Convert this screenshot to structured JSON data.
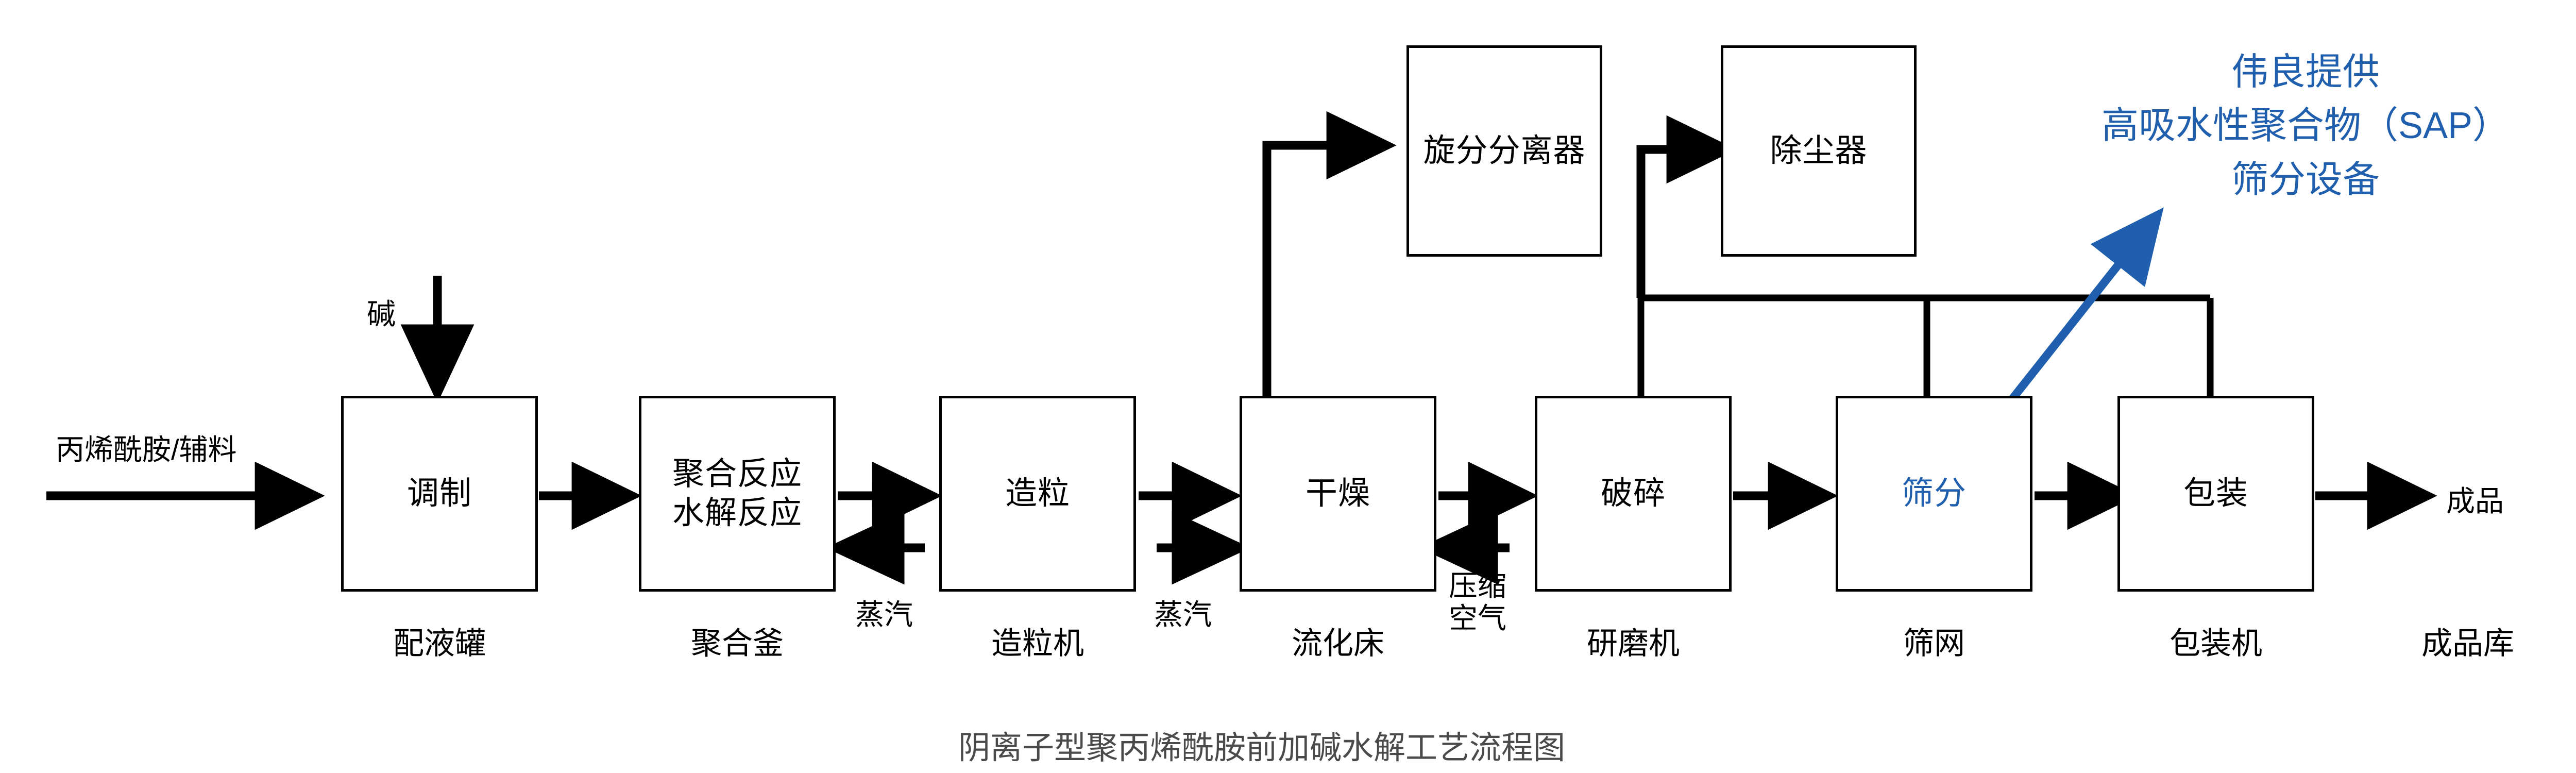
{
  "diagram": {
    "caption": "阴离子型聚丙烯酰胺前加碱水解工艺流程图",
    "colors": {
      "line": "#000000",
      "accent": "#1f5fad",
      "caption": "#4a4a4a",
      "background": "#ffffff"
    },
    "process_boxes": [
      {
        "id": "box-tiaozhi",
        "title": "调制",
        "equipment": "配液罐",
        "accent": false
      },
      {
        "id": "box-juhe",
        "title": "聚合反应\n水解反应",
        "equipment": "聚合釜",
        "accent": false
      },
      {
        "id": "box-zaoli",
        "title": "造粒",
        "equipment": "造粒机",
        "accent": false
      },
      {
        "id": "box-ganzao",
        "title": "干燥",
        "equipment": "流化床",
        "accent": false
      },
      {
        "id": "box-posui",
        "title": "破碎",
        "equipment": "研磨机",
        "accent": false
      },
      {
        "id": "box-shaifen",
        "title": "筛分",
        "equipment": "筛网",
        "accent": true
      },
      {
        "id": "box-baozhuang",
        "title": "包装",
        "equipment": "包装机",
        "accent": false
      }
    ],
    "aux_boxes": [
      {
        "id": "box-cyclone",
        "title": "旋分分离器"
      },
      {
        "id": "box-dust",
        "title": "除尘器"
      }
    ],
    "stream_labels": {
      "feed": "丙烯酰胺/辅料",
      "alkali": "碱",
      "steam_1": "蒸汽",
      "steam_2": "蒸汽",
      "compressed_air": "压缩\n空气",
      "product": "成品",
      "warehouse": "成品库"
    },
    "annotation": {
      "line_1": "伟良提供",
      "line_2": "高吸水性聚合物（SAP）",
      "line_3": "筛分设备",
      "full": "伟良提供\n高吸水性聚合物（SAP）\n筛分设备"
    }
  }
}
